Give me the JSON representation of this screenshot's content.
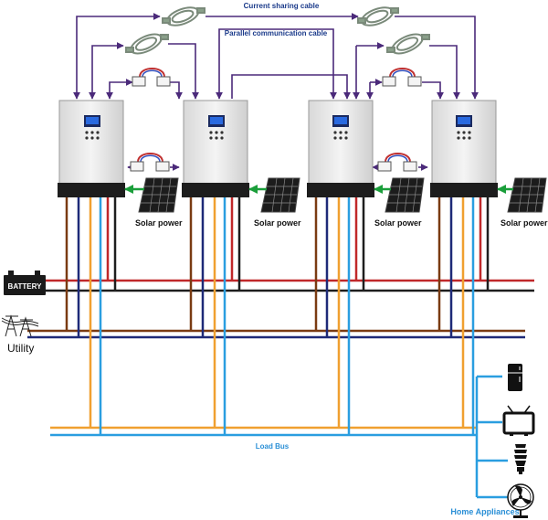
{
  "labels": {
    "current_sharing": "Current sharing cable",
    "parallel_comm": "Parallel communication cable",
    "solar": "Solar power",
    "battery": "BATTERY",
    "utility": "Utility",
    "load_bus": "Load Bus",
    "home_appliances": "Home Appliances"
  },
  "inverter_count": 4,
  "colors": {
    "battery_pos": "#c0282a",
    "battery_neg": "#1e1e1e",
    "utility_l": "#7a3b12",
    "utility_n": "#1e2a78",
    "load_l": "#f0a030",
    "load_n": "#2a9ee0",
    "cable": "#4b2a7a",
    "solar_arrow": "#1a9e3a",
    "label_blue": "#1a3a8a",
    "load_label": "#2a8fd6"
  },
  "icons": [
    "cable-coil-icon",
    "rj45-connector-icon",
    "solar-panel-icon",
    "battery-icon",
    "utility-tower-icon",
    "refrigerator-icon",
    "television-icon",
    "light-bulb-icon",
    "fan-icon"
  ]
}
